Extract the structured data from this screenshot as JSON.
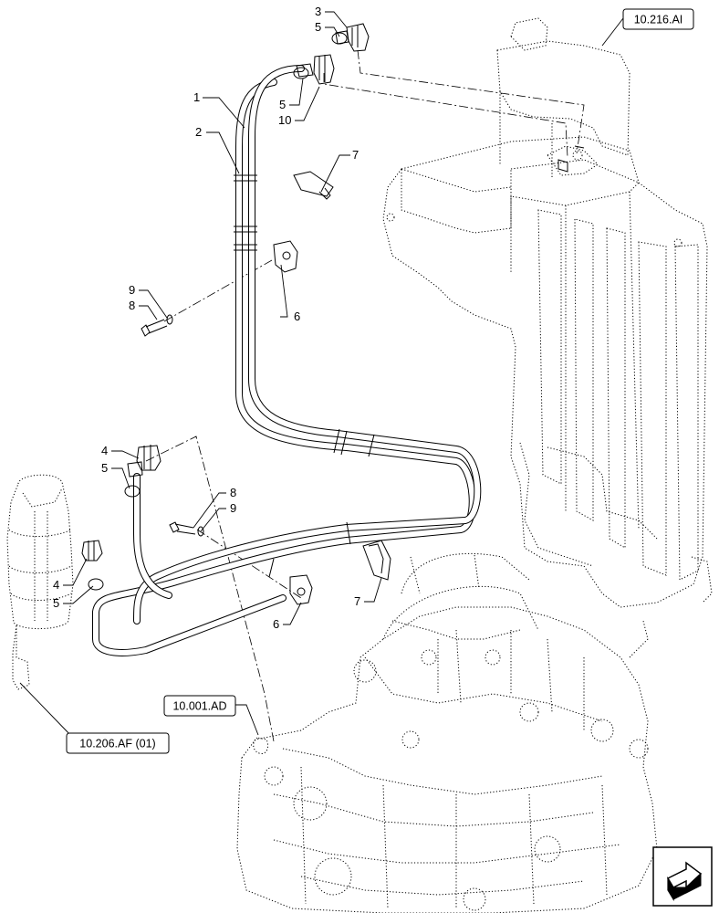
{
  "references": {
    "fuel_tank": "10.216.AI",
    "engine": "10.001.AD",
    "filter_harness": "10.206.AF (01)"
  },
  "callouts": {
    "c1": "1",
    "c2": "2",
    "c3": "3",
    "c4a": "4",
    "c4b": "4",
    "c5a": "5",
    "c5b": "5",
    "c5c": "5",
    "c5d": "5",
    "c6a": "6",
    "c6b": "6",
    "c7a": "7",
    "c7b": "7",
    "c8a": "8",
    "c8b": "8",
    "c9a": "9",
    "c9b": "9",
    "c10": "10"
  },
  "nav_icon": "next-page-arrow-icon"
}
